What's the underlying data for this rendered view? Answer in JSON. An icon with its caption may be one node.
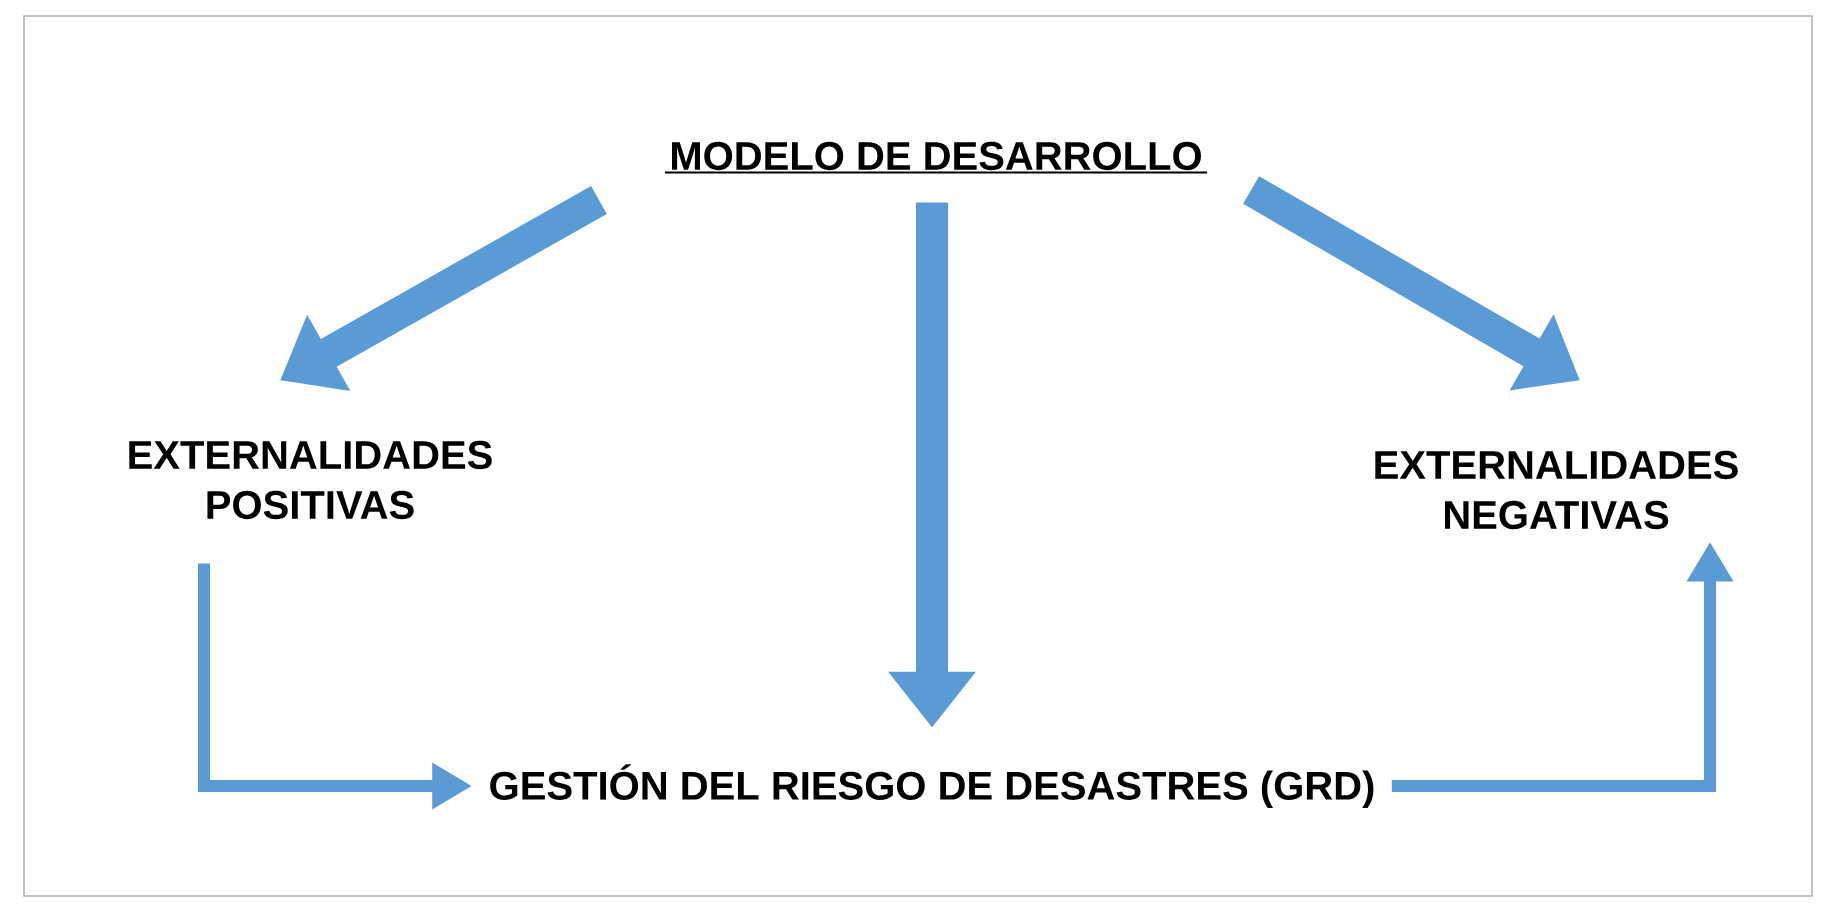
{
  "diagram": {
    "nodes": [
      {
        "text": [
          "MODELO DE DESARROLLO"
        ]
      },
      {
        "text": [
          "EXTERNALIDADES POSITIVAS"
        ]
      },
      {
        "text": [
          "EXTERNALIDADES NEGATIVAS"
        ]
      },
      {
        "text": [
          "GESTIÓN DEL RIESGO DE DESASTRES (GRD)"
        ]
      }
    ],
    "edges": [
      {
        "from": 0,
        "to": 1,
        "arrow": "to"
      },
      {
        "from": 0,
        "to": 3,
        "arrow": "to"
      },
      {
        "from": 0,
        "to": 2,
        "arrow": "to"
      },
      {
        "from": 1,
        "to": 3,
        "arrow": "to"
      },
      {
        "from": 3,
        "to": 2,
        "arrow": "to"
      }
    ]
  }
}
